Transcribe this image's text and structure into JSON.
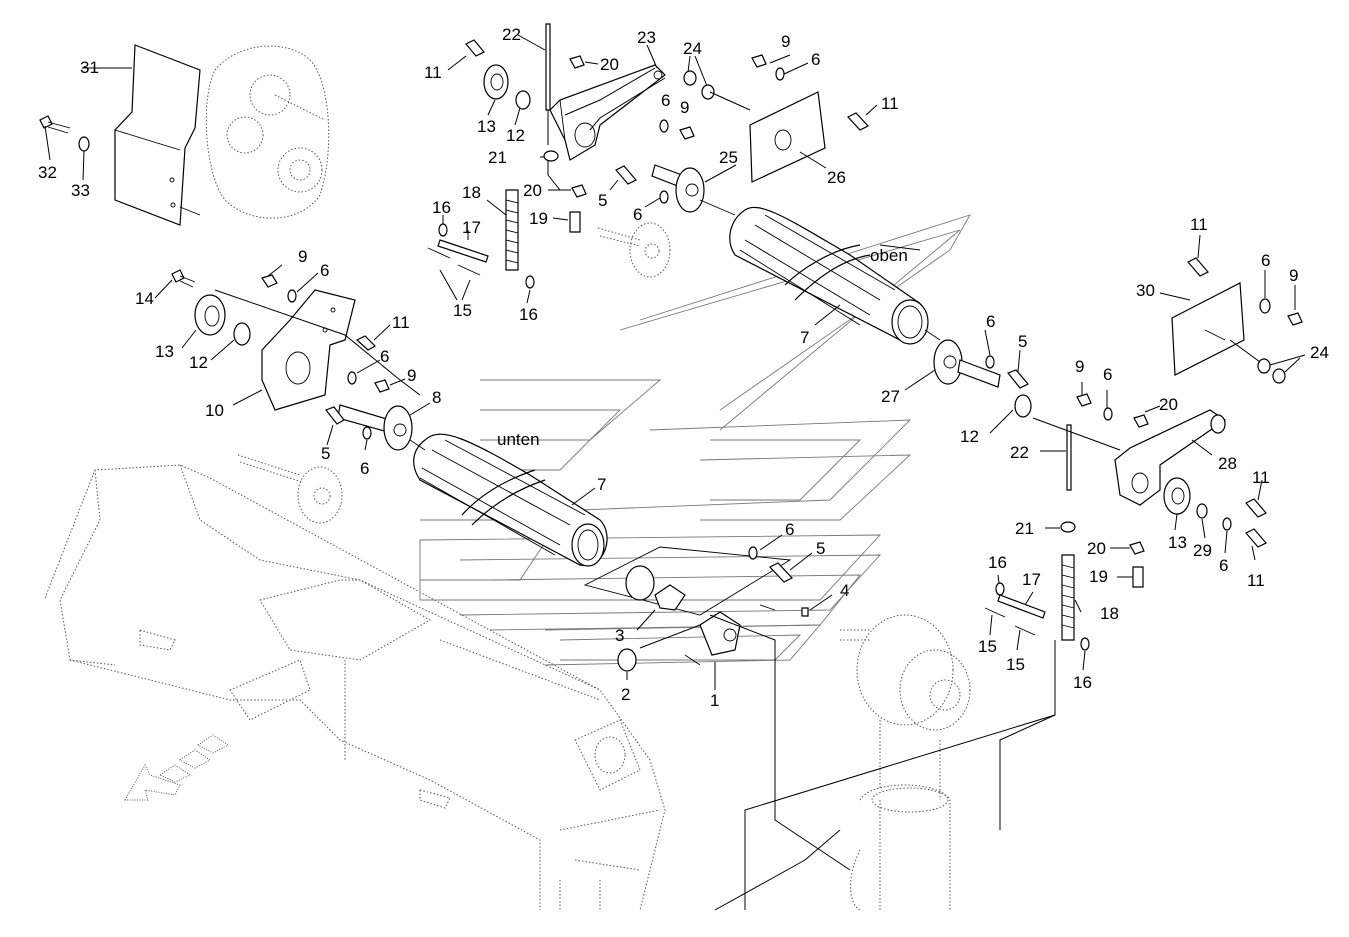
{
  "word_labels": {
    "top": "oben",
    "bottom": "unten"
  },
  "callouts": [
    {
      "n": "1",
      "name": "callout-1"
    },
    {
      "n": "2",
      "name": "callout-2"
    },
    {
      "n": "3",
      "name": "callout-3"
    },
    {
      "n": "4",
      "name": "callout-4"
    },
    {
      "n": "5",
      "name": "callout-5a"
    },
    {
      "n": "5",
      "name": "callout-5b"
    },
    {
      "n": "5",
      "name": "callout-5c"
    },
    {
      "n": "5",
      "name": "callout-5d"
    },
    {
      "n": "6",
      "name": "callout-6a"
    },
    {
      "n": "6",
      "name": "callout-6b"
    },
    {
      "n": "6",
      "name": "callout-6c"
    },
    {
      "n": "6",
      "name": "callout-6d"
    },
    {
      "n": "6",
      "name": "callout-6e"
    },
    {
      "n": "6",
      "name": "callout-6f"
    },
    {
      "n": "6",
      "name": "callout-6g"
    },
    {
      "n": "6",
      "name": "callout-6h"
    },
    {
      "n": "6",
      "name": "callout-6i"
    },
    {
      "n": "6",
      "name": "callout-6j"
    },
    {
      "n": "6",
      "name": "callout-6k"
    },
    {
      "n": "7",
      "name": "callout-7a"
    },
    {
      "n": "7",
      "name": "callout-7b"
    },
    {
      "n": "8",
      "name": "callout-8"
    },
    {
      "n": "9",
      "name": "callout-9a"
    },
    {
      "n": "9",
      "name": "callout-9b"
    },
    {
      "n": "9",
      "name": "callout-9c"
    },
    {
      "n": "9",
      "name": "callout-9d"
    },
    {
      "n": "9",
      "name": "callout-9e"
    },
    {
      "n": "9",
      "name": "callout-9f"
    },
    {
      "n": "10",
      "name": "callout-10"
    },
    {
      "n": "11",
      "name": "callout-11a"
    },
    {
      "n": "11",
      "name": "callout-11b"
    },
    {
      "n": "11",
      "name": "callout-11c"
    },
    {
      "n": "11",
      "name": "callout-11d"
    },
    {
      "n": "11",
      "name": "callout-11e"
    },
    {
      "n": "11",
      "name": "callout-11f"
    },
    {
      "n": "12",
      "name": "callout-12a"
    },
    {
      "n": "12",
      "name": "callout-12b"
    },
    {
      "n": "12",
      "name": "callout-12c"
    },
    {
      "n": "13",
      "name": "callout-13a"
    },
    {
      "n": "13",
      "name": "callout-13b"
    },
    {
      "n": "13",
      "name": "callout-13c"
    },
    {
      "n": "14",
      "name": "callout-14"
    },
    {
      "n": "15",
      "name": "callout-15a"
    },
    {
      "n": "15",
      "name": "callout-15b"
    },
    {
      "n": "15",
      "name": "callout-15c"
    },
    {
      "n": "16",
      "name": "callout-16a"
    },
    {
      "n": "16",
      "name": "callout-16b"
    },
    {
      "n": "16",
      "name": "callout-16c"
    },
    {
      "n": "16",
      "name": "callout-16d"
    },
    {
      "n": "17",
      "name": "callout-17a"
    },
    {
      "n": "17",
      "name": "callout-17b"
    },
    {
      "n": "18",
      "name": "callout-18a"
    },
    {
      "n": "18",
      "name": "callout-18b"
    },
    {
      "n": "19",
      "name": "callout-19a"
    },
    {
      "n": "19",
      "name": "callout-19b"
    },
    {
      "n": "20",
      "name": "callout-20a"
    },
    {
      "n": "20",
      "name": "callout-20b"
    },
    {
      "n": "20",
      "name": "callout-20c"
    },
    {
      "n": "20",
      "name": "callout-20d"
    },
    {
      "n": "21",
      "name": "callout-21a"
    },
    {
      "n": "21",
      "name": "callout-21b"
    },
    {
      "n": "22",
      "name": "callout-22a"
    },
    {
      "n": "22",
      "name": "callout-22b"
    },
    {
      "n": "23",
      "name": "callout-23"
    },
    {
      "n": "24",
      "name": "callout-24a"
    },
    {
      "n": "24",
      "name": "callout-24b"
    },
    {
      "n": "25",
      "name": "callout-25"
    },
    {
      "n": "26",
      "name": "callout-26"
    },
    {
      "n": "27",
      "name": "callout-27"
    },
    {
      "n": "28",
      "name": "callout-28"
    },
    {
      "n": "29",
      "name": "callout-29"
    },
    {
      "n": "30",
      "name": "callout-30"
    },
    {
      "n": "31",
      "name": "callout-31"
    },
    {
      "n": "32",
      "name": "callout-32"
    },
    {
      "n": "33",
      "name": "callout-33"
    }
  ]
}
